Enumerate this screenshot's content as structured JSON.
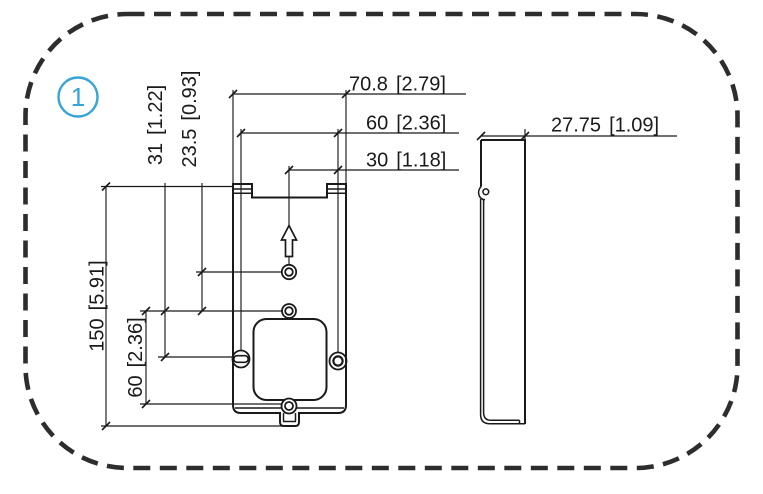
{
  "figure": {
    "callout_number": "1",
    "colors": {
      "callout": "#35A4D7",
      "line": "#1a1a1a",
      "border": "#2d2d2d",
      "background": "#ffffff"
    },
    "front_view": {
      "horizontal_dims": [
        {
          "id": "overall-width",
          "mm": "70.8",
          "inch": "[2.79]"
        },
        {
          "id": "screw-hole-spacing",
          "mm": "60",
          "inch": "[2.36]"
        },
        {
          "id": "center-to-screw-hole",
          "mm": "30",
          "inch": "[1.18]"
        }
      ],
      "vertical_dims": [
        {
          "id": "overall-height",
          "mm": "150",
          "inch": "[5.91]"
        },
        {
          "id": "hole-to-bottom-hole",
          "mm": "60",
          "inch": "[2.36]"
        },
        {
          "id": "hole-to-screw-line",
          "mm": "31",
          "inch": "[1.22]"
        },
        {
          "id": "keyhole-to-hole",
          "mm": "23.5",
          "inch": "[0.93]"
        }
      ]
    },
    "side_view": {
      "horizontal_dims": [
        {
          "id": "depth",
          "mm": "27.75",
          "inch": "[1.09]"
        }
      ]
    }
  }
}
